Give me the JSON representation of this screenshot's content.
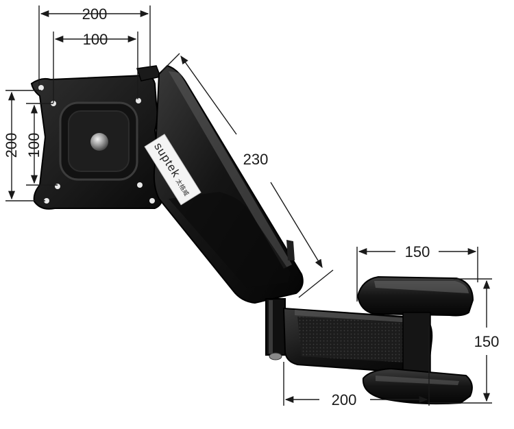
{
  "product": {
    "brand": "suptek",
    "brand_sub": "太格威"
  },
  "dimensions": {
    "plate_outer_width": "200",
    "plate_inner_width": "100",
    "plate_outer_height": "200",
    "plate_inner_height": "100",
    "arm_length": "230",
    "clamp_width": "150",
    "clamp_height": "150",
    "base_depth": "200"
  },
  "colors": {
    "metal_dark": "#111111",
    "metal_mid": "#2b2b2b",
    "highlight": "#6a6a6a",
    "dimension_line": "#1a1a1a"
  }
}
